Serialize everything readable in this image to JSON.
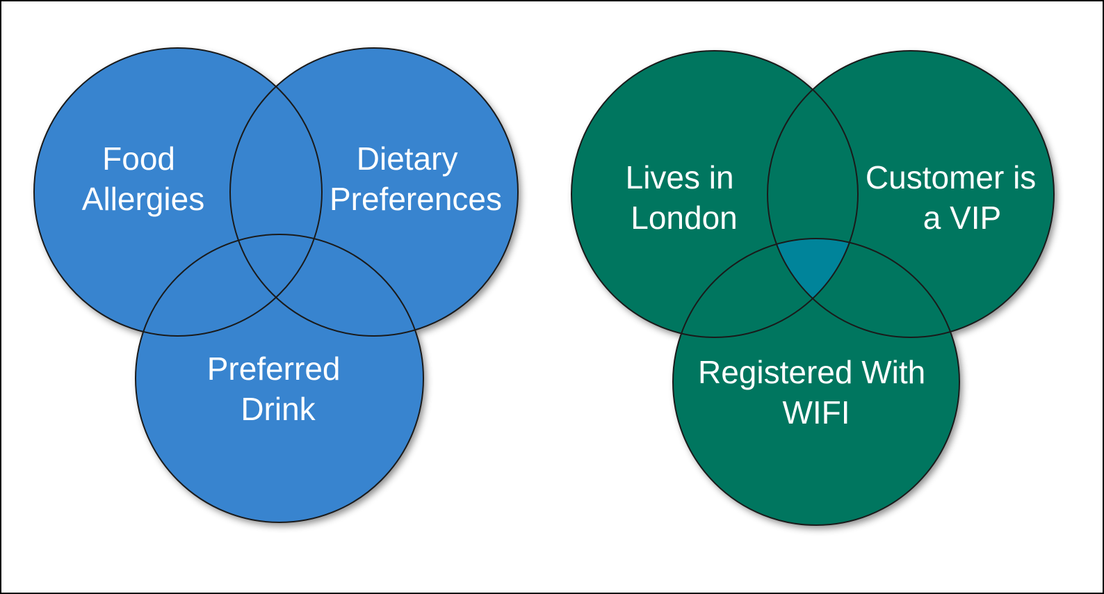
{
  "diagrams": [
    {
      "id": "preferences",
      "colors": {
        "fill": "#3784CF",
        "stroke": "#1a1a1a"
      },
      "circles": [
        {
          "key": "food-allergies",
          "lines": [
            "Food",
            "Allergies"
          ]
        },
        {
          "key": "dietary-preferences",
          "lines": [
            "Dietary",
            "Preferences"
          ]
        },
        {
          "key": "preferred-drink",
          "lines": [
            "Preferred",
            "Drink"
          ]
        }
      ]
    },
    {
      "id": "customer-segments",
      "colors": {
        "fill": "#00765E",
        "stroke": "#1a1a1a",
        "highlight": "#00849A"
      },
      "circles": [
        {
          "key": "lives-in-london",
          "lines": [
            "Lives in",
            "London"
          ]
        },
        {
          "key": "customer-is-vip",
          "lines": [
            "Customer is",
            "a VIP"
          ]
        },
        {
          "key": "registered-with-wifi",
          "lines": [
            "Registered With",
            "WIFI"
          ]
        }
      ]
    }
  ]
}
